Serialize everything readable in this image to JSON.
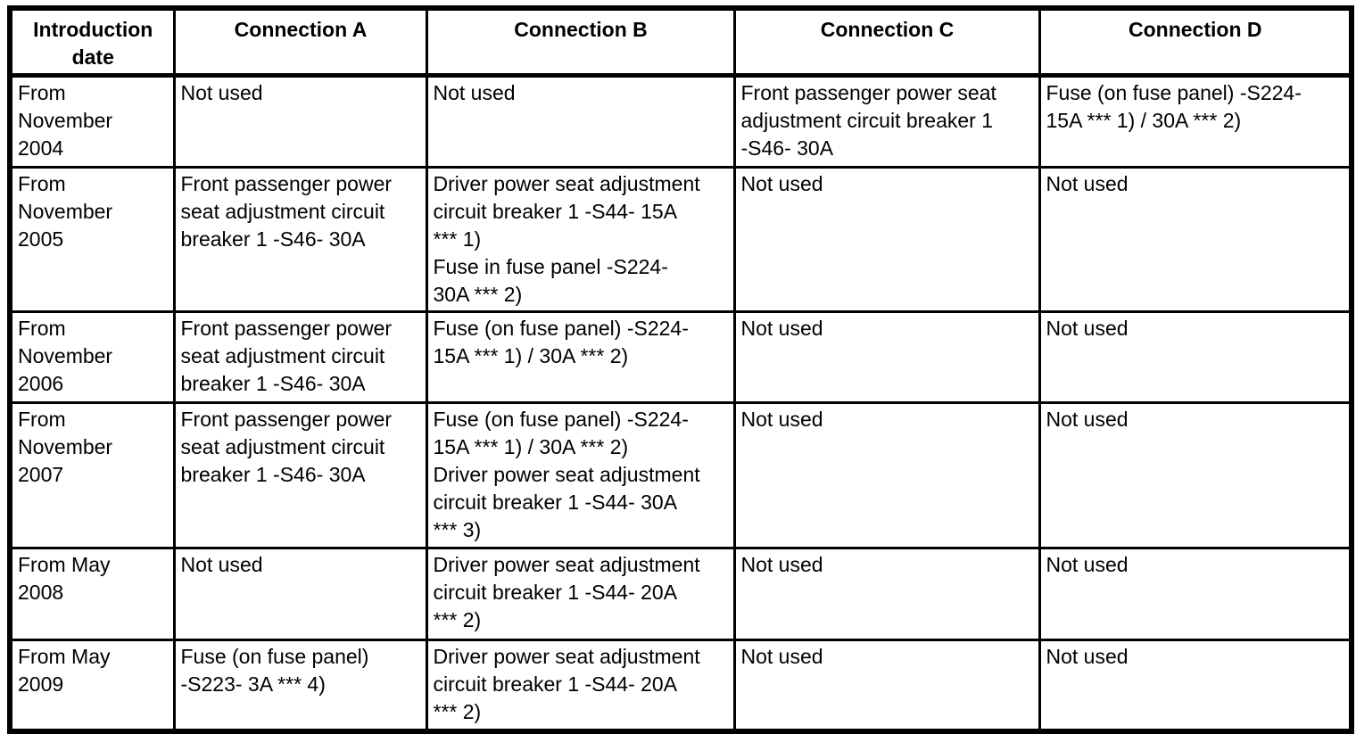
{
  "table": {
    "header": [
      "Introduction\ndate",
      "Connection A",
      "Connection B",
      "Connection C",
      "Connection D"
    ],
    "rows": [
      {
        "cells": [
          "From\nNovember\n2004",
          "Not used",
          "Not used",
          "Front passenger power seat\nadjustment circuit breaker 1\n-S46- 30A",
          "Fuse (on fuse panel) -S224-\n15A *** 1) / 30A *** 2)"
        ]
      },
      {
        "cells": [
          "From\nNovember\n2005",
          "Front passenger power\nseat adjustment circuit\nbreaker 1 -S46- 30A",
          "Driver power seat adjustment\ncircuit breaker 1 -S44- 15A\n*** 1)\nFuse in fuse panel -S224-\n30A *** 2)",
          "Not used",
          "Not used"
        ]
      },
      {
        "cells": [
          "From\nNovember\n2006",
          "Front passenger power\nseat adjustment circuit\nbreaker 1 -S46- 30A",
          "Fuse (on fuse panel) -S224-\n15A *** 1) / 30A *** 2)",
          "Not used",
          "Not used"
        ]
      },
      {
        "cells": [
          "From\nNovember\n2007",
          "Front passenger power\nseat adjustment circuit\nbreaker 1 -S46- 30A",
          "Fuse (on fuse panel) -S224-\n15A *** 1) / 30A *** 2)\nDriver power seat adjustment\ncircuit breaker 1 -S44- 30A\n*** 3)",
          "Not used",
          "Not used"
        ]
      },
      {
        "cells": [
          "From May\n2008",
          "Not used",
          "Driver power seat adjustment\ncircuit breaker 1 -S44- 20A\n*** 2)",
          "Not used",
          "Not used"
        ]
      },
      {
        "cells": [
          "From May\n2009",
          "Fuse (on fuse panel)\n-S223- 3A *** 4)",
          "Driver power seat adjustment\ncircuit breaker 1 -S44- 20A\n*** 2)",
          "Not used",
          "Not used"
        ]
      }
    ]
  },
  "colors": {
    "border": "#000000",
    "background": "#ffffff",
    "text": "#000000"
  }
}
